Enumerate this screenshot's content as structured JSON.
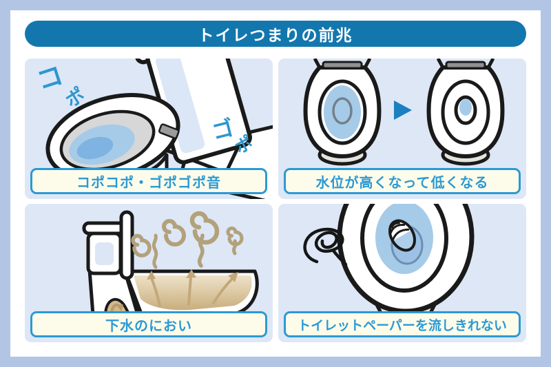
{
  "header": {
    "title": "トイレつまりの前兆"
  },
  "panels": [
    {
      "id": "gurgling-sound",
      "label": "コポコポ・ゴポゴポ音",
      "sfx": [
        "コ",
        "ポ",
        "ゴ",
        "ポ"
      ],
      "icon": "toilet-angled-gurgling-illustration"
    },
    {
      "id": "water-level-change",
      "label": "水位が高くなって低くなる",
      "icon": "toilet-top-view-high-low-water-illustration"
    },
    {
      "id": "sewage-smell",
      "label": "下水のにおい",
      "icon": "toilet-cross-section-smell-illustration"
    },
    {
      "id": "paper-not-flushing",
      "label": "トイレットペーパーを流しきれない",
      "icon": "toilet-top-view-paper-scribble-illustration"
    }
  ],
  "colors": {
    "frame_border": "#b2c5e4",
    "canvas_bg": "#ffffff",
    "header_bg": "#1377ae",
    "header_text": "#ffffff",
    "panel_bg": "#dde7f6",
    "caption_bg": "#fdfcea",
    "caption_border": "#2b99d3",
    "caption_text": "#2b99d3",
    "sfx_text": "#2e96cf",
    "water_light": "#a6cbe9",
    "water_deep": "#7fb3e1",
    "bowl_gray": "#d7d7d7",
    "arrow_blue": "#1b7fc0",
    "smell_tan": "#b2a17b",
    "sewage_tan": "#d2ba8e",
    "outline_black": "#1a1a1a"
  }
}
